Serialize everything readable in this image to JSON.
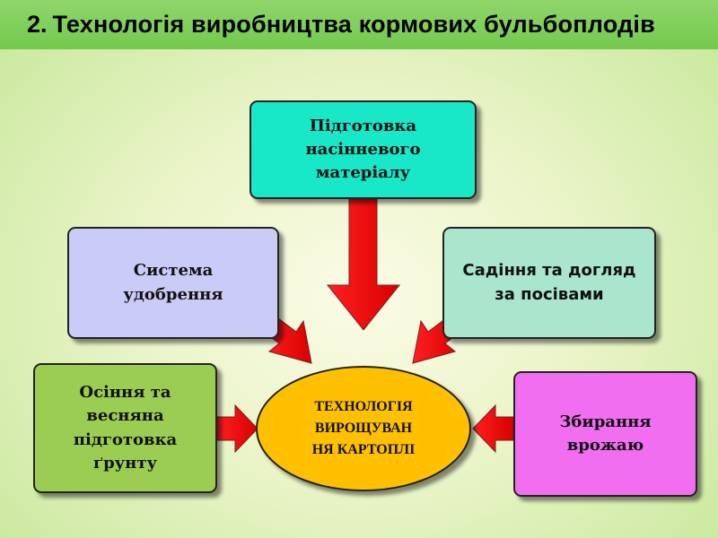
{
  "title": {
    "number": "2.",
    "text": "Технологія виробництва кормових бульбоплодів"
  },
  "center": {
    "label": "ТЕХНОЛОГІЯ\nВИРОЩУВАН\nНЯ КАРТОПЛІ"
  },
  "boxes": {
    "seed": "Підготовка\nнасінневого\nматеріалу",
    "fertilizer": "Система\nудобрення",
    "planting": "Садіння та догляд\nза посівами",
    "soil": "Осіння та\nвесняна\nпідготовка\nґрунту",
    "harvest": "Збирання\nврожаю"
  },
  "colors": {
    "title_bar": "#74c94e",
    "arrow": "#f00000",
    "center": "#fec000",
    "seed": "#19e8c8",
    "fertilizer": "#cbcbf7",
    "planting": "#a9e6cd",
    "soil": "#9acd52",
    "harvest": "#f26ef1"
  }
}
